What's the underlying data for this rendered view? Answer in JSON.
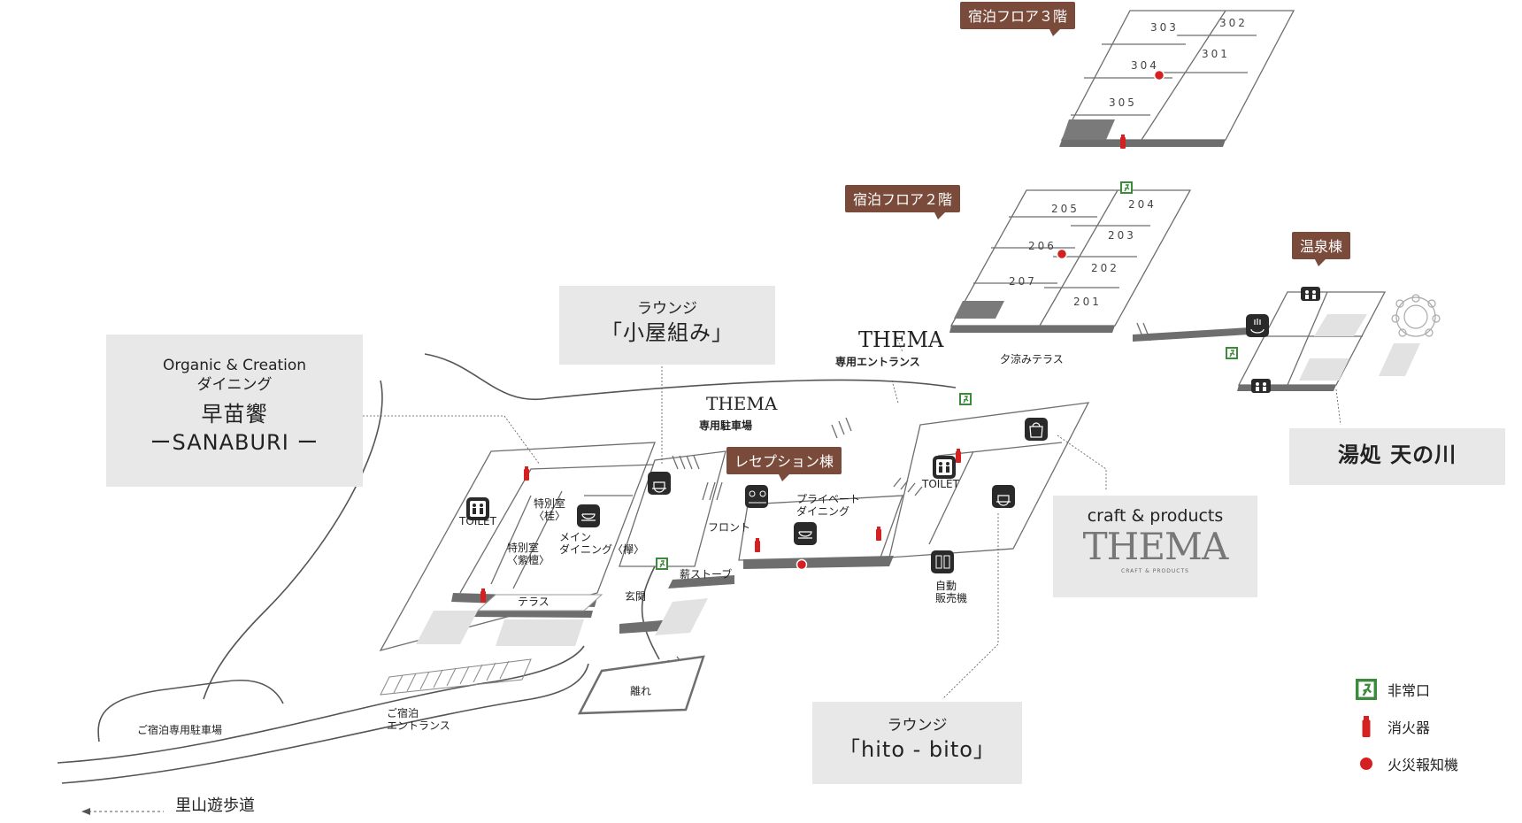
{
  "tags": {
    "floor3": "宿泊フロア３階",
    "floor2": "宿泊フロア２階",
    "onsen": "温泉棟",
    "reception": "レセプション棟"
  },
  "boxes": {
    "sanaburi": {
      "sub1": "Organic & Creation",
      "sub2": "ダイニング",
      "title1": "早苗饗",
      "title2": "ーSANABURI ー"
    },
    "koyagumi": {
      "sub": "ラウンジ",
      "title": "「小屋組み」"
    },
    "amanogawa": {
      "title": "湯処 天の川"
    },
    "craft": {
      "sub": "craft & products",
      "logo": "THEMA",
      "logo_sub": "CRAFT & PRODUCTS"
    },
    "hitobito": {
      "sub": "ラウンジ",
      "title": "「hito - bito」"
    }
  },
  "rooms": {
    "floor3": [
      "303",
      "302",
      "304",
      "301",
      "305"
    ],
    "floor2": [
      "205",
      "204",
      "206",
      "203",
      "207",
      "202",
      "201"
    ]
  },
  "labels": {
    "thema_entrance_logo": "THEMA",
    "thema_entrance": "専用エントランス",
    "thema_parking_logo": "THEMA",
    "thema_parking": "専用駐車場",
    "yusuzumi": "夕涼みテラス",
    "toilet_left": "TOILET",
    "toilet_right": "TOILET",
    "tokubetsu_katsura": "特別室\n〈桂〉",
    "tokubetsu_shitan": "特別室\n〈紫檀〉",
    "main_dining": "メイン\nダイニング〈欅〉",
    "terrace": "テラス",
    "genkan": "玄関",
    "makistove": "薪ストーブ",
    "front": "フロント",
    "private_dining": "プライベート\nダイニング",
    "vending": "自動\n販売機",
    "hanare": "離れ",
    "guest_entrance": "ご宿泊\nエントランス",
    "guest_parking": "ご宿泊専用駐車場",
    "trail": "里山遊歩道"
  },
  "legend": [
    {
      "icon": "emergency-exit-icon",
      "label": "非常口"
    },
    {
      "icon": "fire-extinguisher-icon",
      "label": "消火器"
    },
    {
      "icon": "fire-alarm-icon",
      "label": "火災報知機"
    }
  ],
  "colors": {
    "tag": "#7a4a3a",
    "box": "#e8e8e8",
    "exit": "#3c8a3c",
    "fire": "#d42020",
    "wall": "#6e6e6e"
  }
}
